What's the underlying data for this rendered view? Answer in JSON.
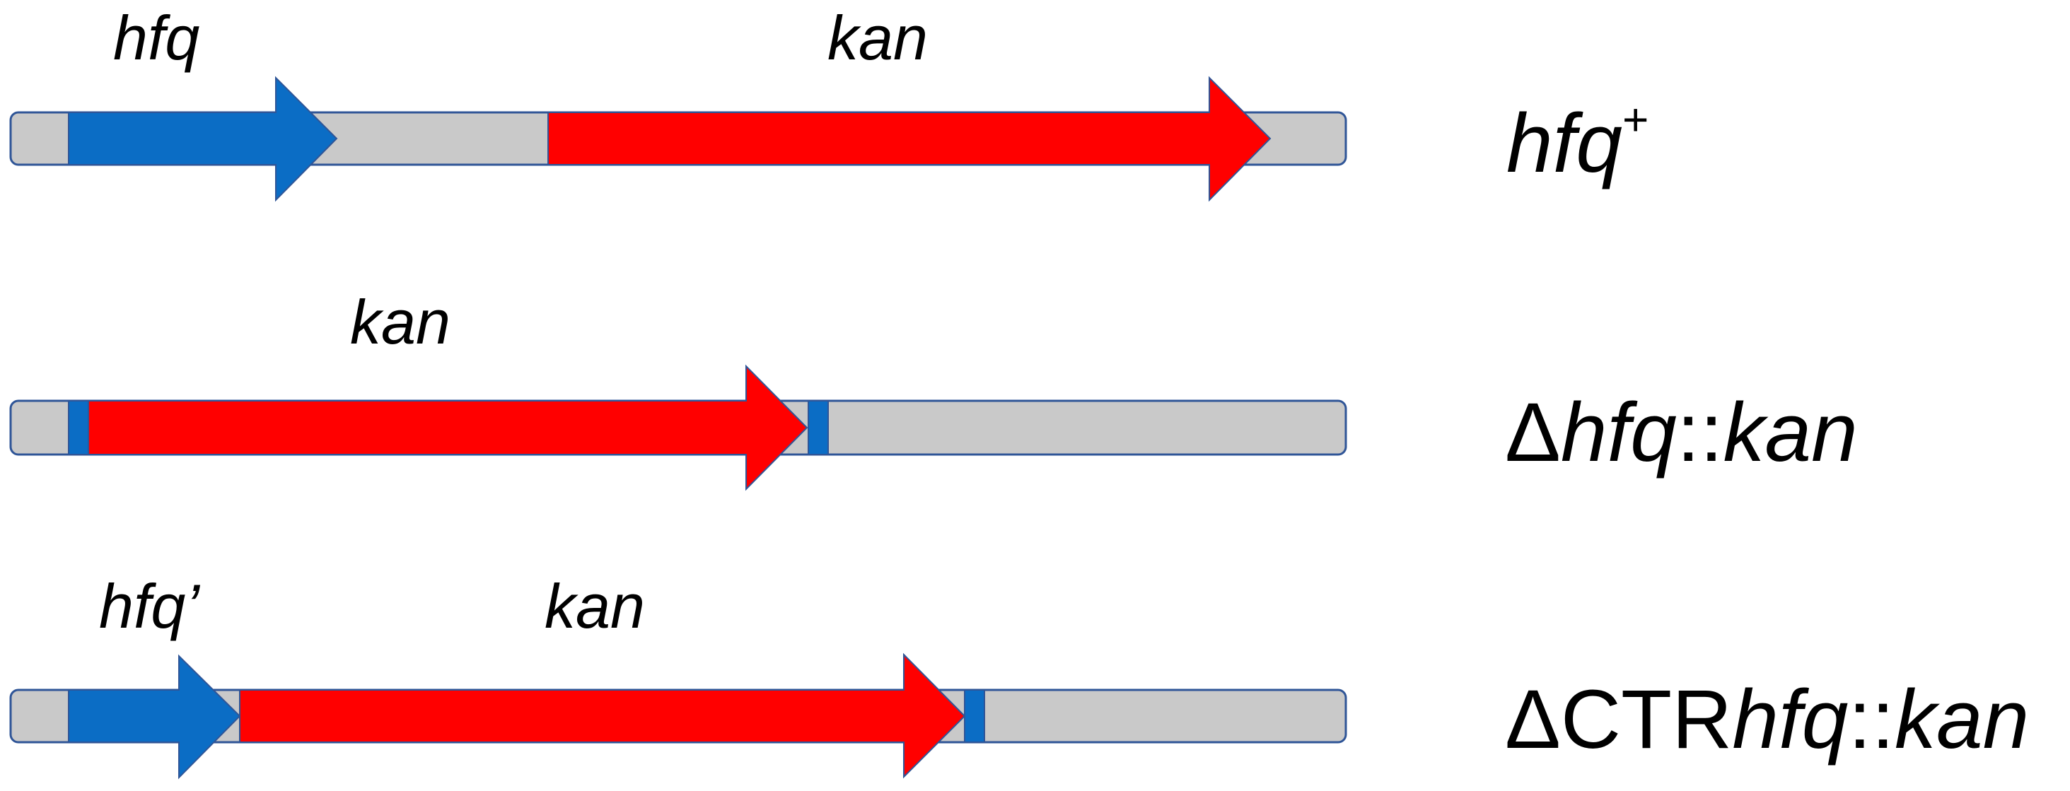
{
  "colors": {
    "backbone_fill": "#c9c9c9",
    "backbone_stroke": "#2f5597",
    "hfq_color": "#0b6dc5",
    "kan_color": "#ff0000",
    "arrow_stroke": "#2f5597"
  },
  "constructs": [
    {
      "id": "wild-type",
      "gene_labels": {
        "hfq": "hfq",
        "kan": "kan"
      },
      "strain": {
        "gene": "hfq",
        "superscript": "+"
      }
    },
    {
      "id": "deletion",
      "gene_labels": {
        "kan": "kan"
      },
      "strain": {
        "delta": "Δ",
        "gene": "hfq",
        "separator": "::",
        "marker": "kan"
      }
    },
    {
      "id": "ctr-deletion",
      "gene_labels": {
        "hfq_truncated": "hfq’",
        "kan": "kan"
      },
      "strain": {
        "delta": "Δ",
        "prefix": "CTR",
        "gene": "hfq",
        "separator": "::",
        "marker": "kan"
      }
    }
  ]
}
